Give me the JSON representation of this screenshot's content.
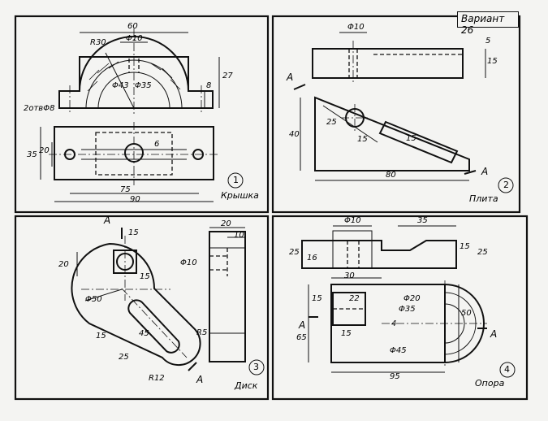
{
  "variant": "Вариант 26",
  "panels": [
    {
      "number": "1",
      "name": "Крышка",
      "dims": [
        "60",
        "R30",
        "Φ10",
        "Φ43",
        "Φ35",
        "8",
        "27",
        "2отвΦ8",
        "35",
        "20",
        "6",
        "75",
        "90"
      ]
    },
    {
      "number": "2",
      "name": "Плита",
      "dims": [
        "Φ10",
        "5",
        "15",
        "40",
        "25",
        "15",
        "15",
        "80"
      ],
      "section": "A"
    },
    {
      "number": "3",
      "name": "Диск",
      "dims": [
        "15",
        "20",
        "15",
        "Φ50",
        "15",
        "45",
        "25",
        "R5",
        "R12",
        "20",
        "10",
        "Φ10"
      ],
      "section": "A"
    },
    {
      "number": "4",
      "name": "Опора",
      "dims": [
        "Φ10",
        "35",
        "25",
        "16",
        "15",
        "25",
        "30",
        "Φ20",
        "Φ35",
        "22",
        "15",
        "15",
        "4",
        "Φ45",
        "50",
        "65",
        "95"
      ],
      "section": "A"
    }
  ]
}
